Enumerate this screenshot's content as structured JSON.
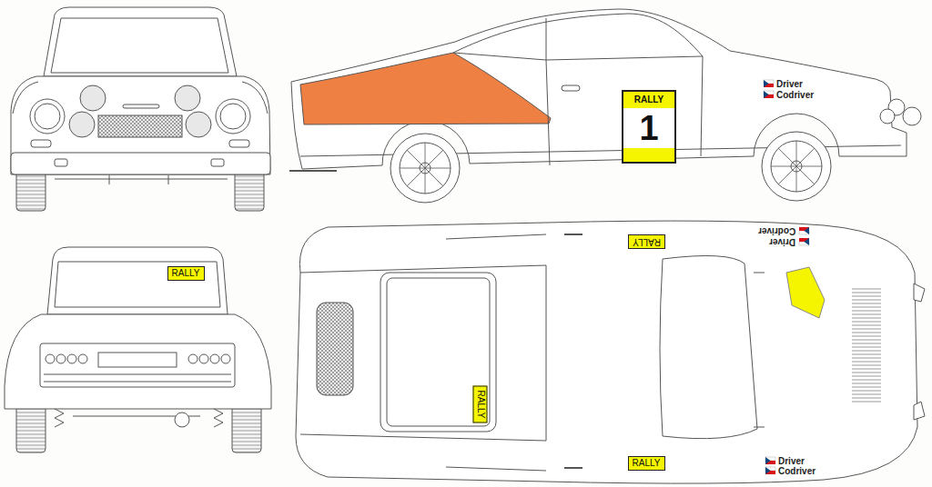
{
  "diagram": {
    "nodes": [
      {
        "text": [
          "RALLY",
          "1"
        ]
      },
      {
        "text": [
          "RALLY"
        ]
      },
      {
        "text": [
          "RALLY"
        ]
      },
      {
        "text": [
          "RALLY"
        ]
      },
      {
        "text": [
          "RALLY"
        ]
      }
    ],
    "labels": [
      "Driver",
      "Codriver",
      "Codriver",
      "Driver",
      "Driver",
      "Codriver"
    ]
  }
}
